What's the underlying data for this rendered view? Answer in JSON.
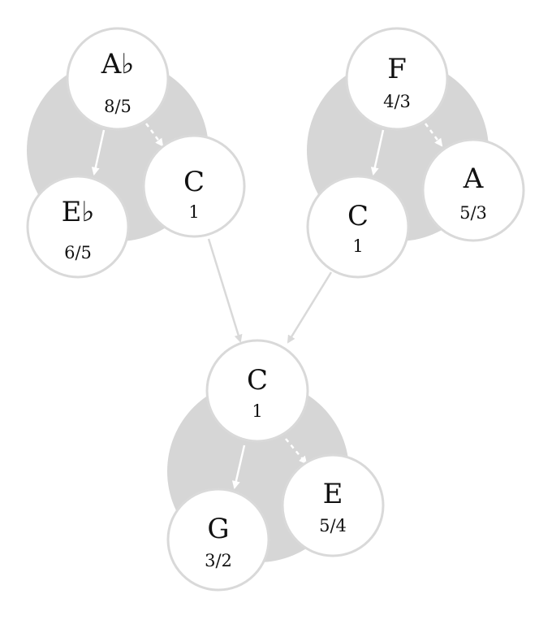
{
  "diagram": {
    "colors": {
      "blob": "#d6d6d6",
      "node_fill": "#ffffff",
      "node_stroke": "#d9d9d9",
      "text": "#111111"
    },
    "clusters": [
      {
        "root": {
          "note": "A♭",
          "ratio": "8/5"
        },
        "child_left": {
          "note": "E♭",
          "ratio": "6/5"
        },
        "child_right": {
          "note": "C",
          "ratio": "1"
        }
      },
      {
        "root": {
          "note": "F",
          "ratio": "4/3"
        },
        "child_left": {
          "note": "C",
          "ratio": "1"
        },
        "child_right": {
          "note": "A",
          "ratio": "5/3"
        }
      },
      {
        "root": {
          "note": "C",
          "ratio": "1"
        },
        "child_left": {
          "note": "G",
          "ratio": "3/2"
        },
        "child_right": {
          "note": "E",
          "ratio": "5/4"
        }
      }
    ]
  }
}
